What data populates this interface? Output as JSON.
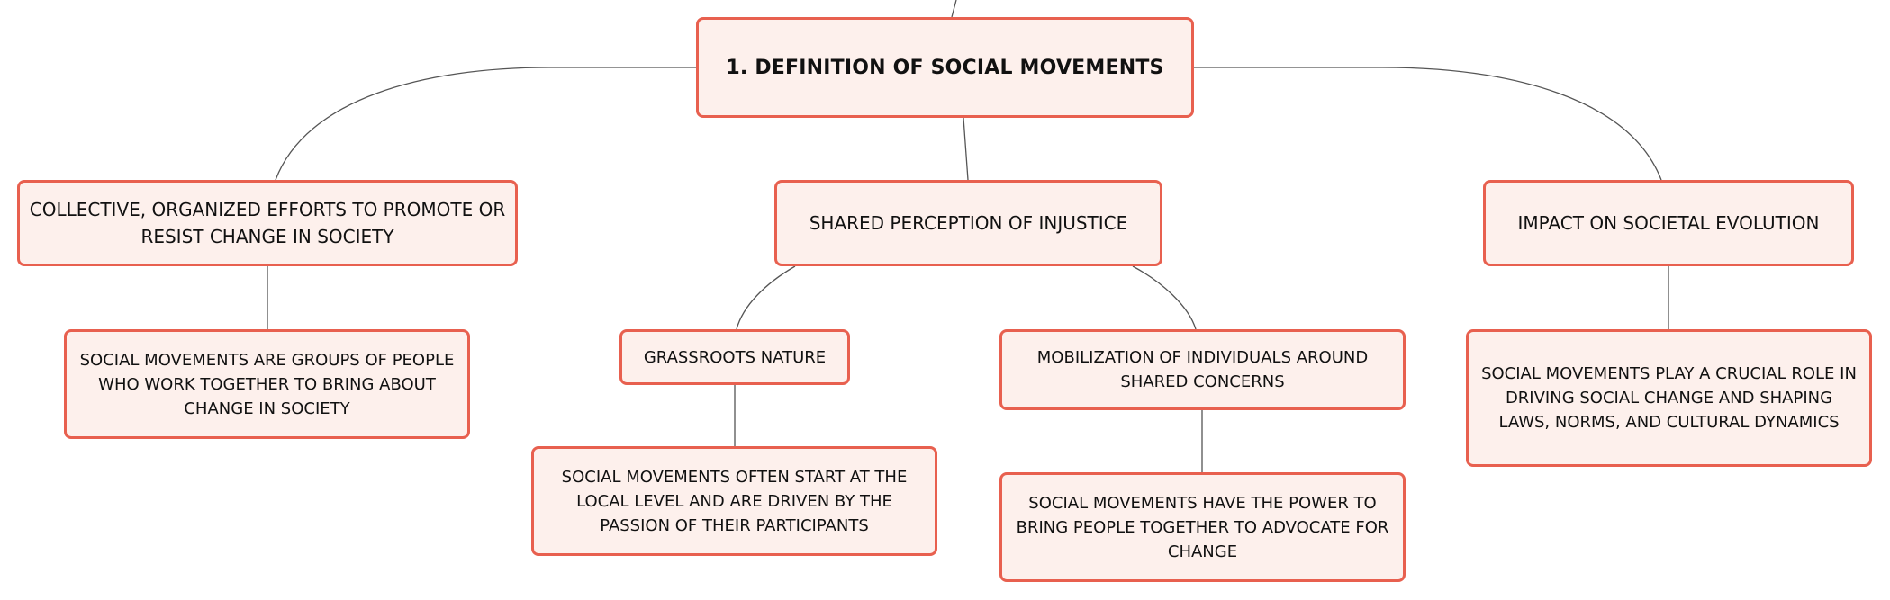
{
  "colors": {
    "node_border": "#e8604f",
    "node_fill": "#fdf0ec",
    "connector": "#555555",
    "text": "#111111"
  },
  "root": {
    "label": "1. DEFINITION OF SOCIAL MOVEMENTS"
  },
  "branches": [
    {
      "label": "COLLECTIVE, ORGANIZED EFFORTS TO PROMOTE OR RESIST CHANGE IN SOCIETY",
      "children": [
        {
          "label": "SOCIAL MOVEMENTS ARE GROUPS OF PEOPLE WHO WORK TOGETHER TO BRING ABOUT CHANGE IN SOCIETY"
        }
      ]
    },
    {
      "label": "SHARED PERCEPTION OF INJUSTICE",
      "children": [
        {
          "label": "GRASSROOTS NATURE",
          "children": [
            {
              "label": "SOCIAL MOVEMENTS OFTEN START AT THE LOCAL LEVEL AND ARE DRIVEN BY THE PASSION OF THEIR PARTICIPANTS"
            }
          ]
        },
        {
          "label": "MOBILIZATION OF INDIVIDUALS AROUND SHARED CONCERNS",
          "children": [
            {
              "label": "SOCIAL MOVEMENTS HAVE THE POWER TO BRING PEOPLE TOGETHER TO ADVOCATE FOR CHANGE"
            }
          ]
        }
      ]
    },
    {
      "label": "IMPACT ON SOCIETAL EVOLUTION",
      "children": [
        {
          "label": "SOCIAL MOVEMENTS PLAY A CRUCIAL ROLE IN DRIVING SOCIAL CHANGE AND SHAPING LAWS, NORMS, AND CULTURAL DYNAMICS"
        }
      ]
    }
  ]
}
